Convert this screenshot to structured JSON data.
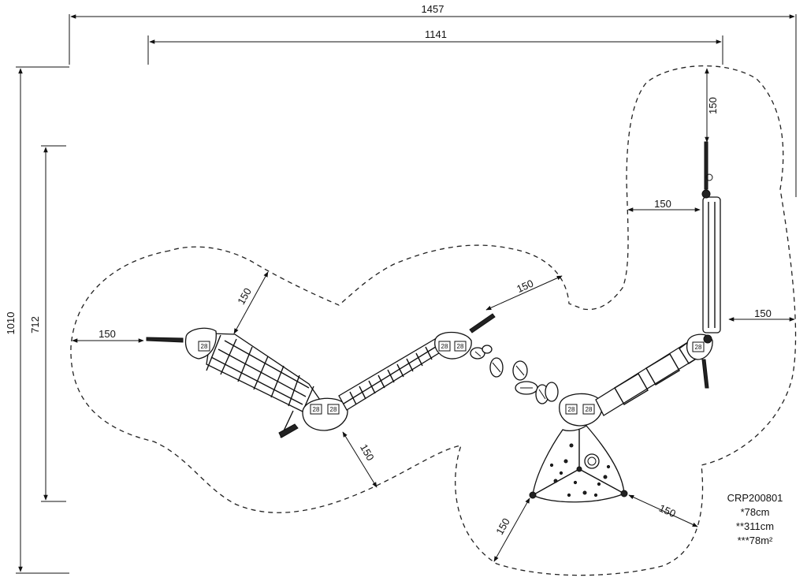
{
  "dimensions": {
    "total_width": "1457",
    "inner_width": "1141",
    "total_height": "1010",
    "inner_height": "712",
    "safety_zone": "150"
  },
  "platform_badge": "28",
  "product_info": {
    "code": "CRP200801",
    "height": "*78cm",
    "free_fall": "**311cm",
    "area": "***78m²"
  }
}
